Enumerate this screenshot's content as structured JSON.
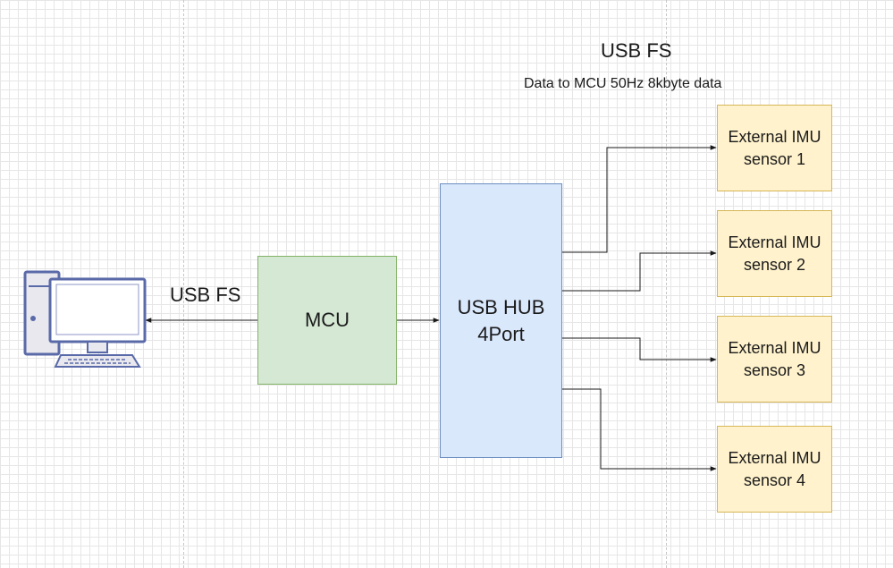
{
  "diagram": {
    "pc_icon": "desktop-computer-icon",
    "link_label_left": "USB FS",
    "title_right": "USB FS",
    "note_right": "Data to MCU 50Hz 8kbyte data",
    "mcu": {
      "label": "MCU"
    },
    "hub": {
      "line1": "USB HUB",
      "line2": "4Port"
    },
    "sensors": [
      {
        "line1": "External IMU",
        "line2": "sensor 1"
      },
      {
        "line1": "External IMU",
        "line2": "sensor 2"
      },
      {
        "line1": "External IMU",
        "line2": "sensor 3"
      },
      {
        "line1": "External IMU",
        "line2": "sensor 4"
      }
    ],
    "colors": {
      "mcu_fill": "#d5e8d4",
      "mcu_stroke": "#82b366",
      "hub_fill": "#dae8fc",
      "hub_stroke": "#6c8ebf",
      "sensor_fill": "#fff2cc",
      "sensor_stroke": "#d6b656",
      "pc_stroke": "#5a6aa8",
      "pc_fill": "#e8e8ee"
    }
  }
}
